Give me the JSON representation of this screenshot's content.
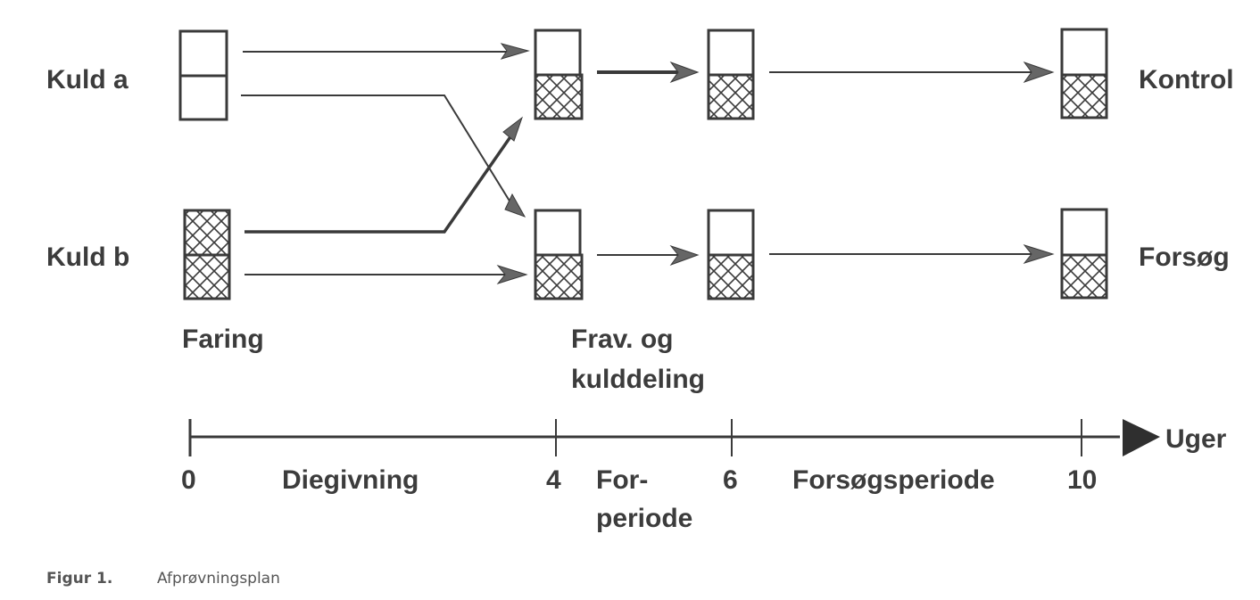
{
  "diagram": {
    "groups": {
      "litter_a": "Kuld a",
      "litter_b": "Kuld b",
      "control": "Kontrol",
      "trial": "Forsøg"
    },
    "events": {
      "farrowing": "Faring",
      "weaning_line1": "Frav. og",
      "weaning_line2": "kulddeling"
    },
    "timeline": {
      "unit_label": "Uger",
      "ticks": [
        {
          "label": "0"
        },
        {
          "label": "4"
        },
        {
          "label": "6"
        },
        {
          "label": "10"
        }
      ],
      "periods": {
        "nursing": "Diegivning",
        "pre_period_line1": "For-",
        "pre_period_line2": "periode",
        "trial_period": "Forsøgsperiode"
      }
    }
  },
  "caption": {
    "label": "Figur 1.",
    "text": "Afprøvningsplan"
  }
}
